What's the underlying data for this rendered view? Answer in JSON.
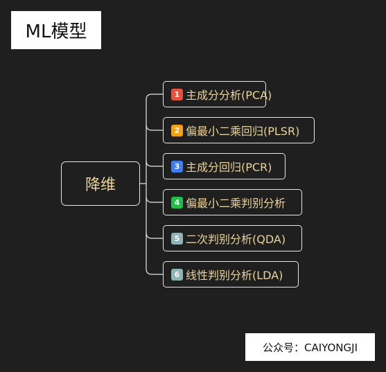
{
  "title": "ML模型",
  "root": {
    "label": "降维"
  },
  "children": [
    {
      "index": "1",
      "label": "主成分分析(PCA)",
      "badge_color": "#e8503a"
    },
    {
      "index": "2",
      "label": "偏最小二乘回归(PLSR)",
      "badge_color": "#f5a00f"
    },
    {
      "index": "3",
      "label": "主成分回归(PCR)",
      "badge_color": "#3d7ff0"
    },
    {
      "index": "4",
      "label": "偏最小二乘判别分析",
      "badge_color": "#1fbf4a"
    },
    {
      "index": "5",
      "label": "二次判别分析(QDA)",
      "badge_color": "#8fb4b6"
    },
    {
      "index": "6",
      "label": "线性判别分析(LDA)",
      "badge_color": "#8fb4b6"
    }
  ],
  "footer": "公众号：CAIYONGJI",
  "colors": {
    "background": "#1f1f1f",
    "node_text": "#e9d39a",
    "line": "#e8e8e8"
  }
}
